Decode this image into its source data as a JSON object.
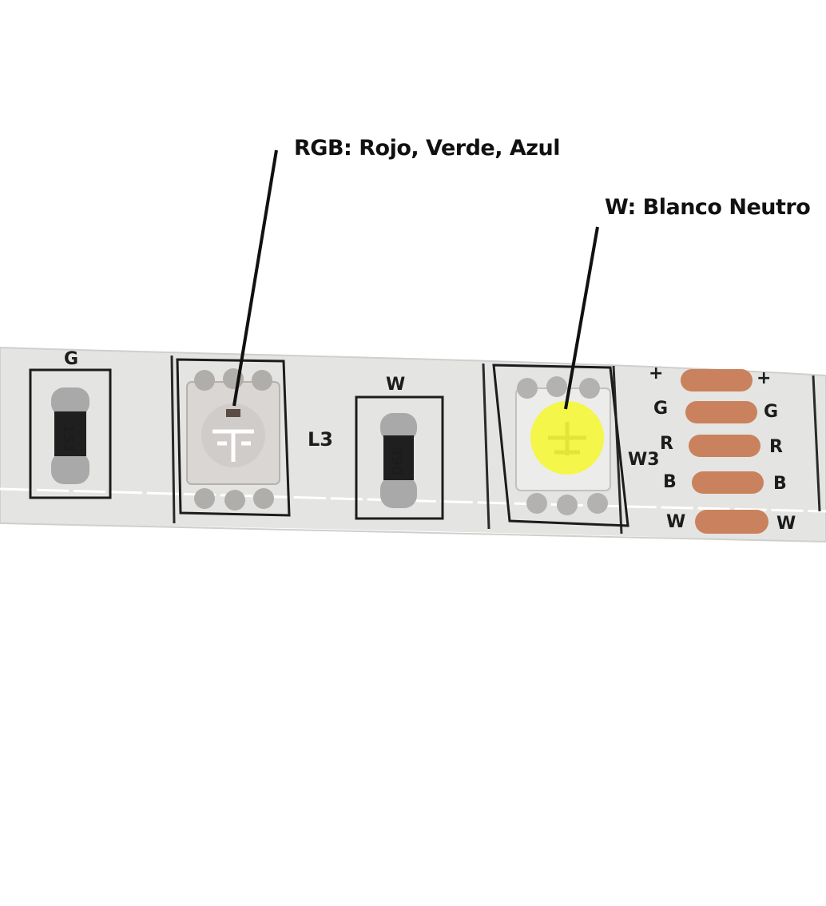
{
  "callouts": {
    "rgb_label": "RGB: Rojo, Verde, Azul",
    "w_label": "W: Blanco Neutro"
  },
  "strip": {
    "silkscreen": {
      "resistor_1_channel": "G",
      "resistor_1_code": "151",
      "resistor_2_channel": "W",
      "resistor_2_code": "390",
      "led_1_ref": "L3",
      "led_2_ref": "W3"
    },
    "pads": [
      {
        "left": "+",
        "right": "+"
      },
      {
        "left": "G",
        "right": "G"
      },
      {
        "left": "R",
        "right": "R"
      },
      {
        "left": "B",
        "right": "B"
      },
      {
        "left": "W",
        "right": "W"
      }
    ],
    "colors": {
      "strip_body": "#e4e4e2",
      "copper_pad": "#c9825d",
      "white_led_phosphor": "#f4f64a",
      "rgb_led_body": "#d9d6d3",
      "resistor_body": "#1f1f1f"
    }
  }
}
